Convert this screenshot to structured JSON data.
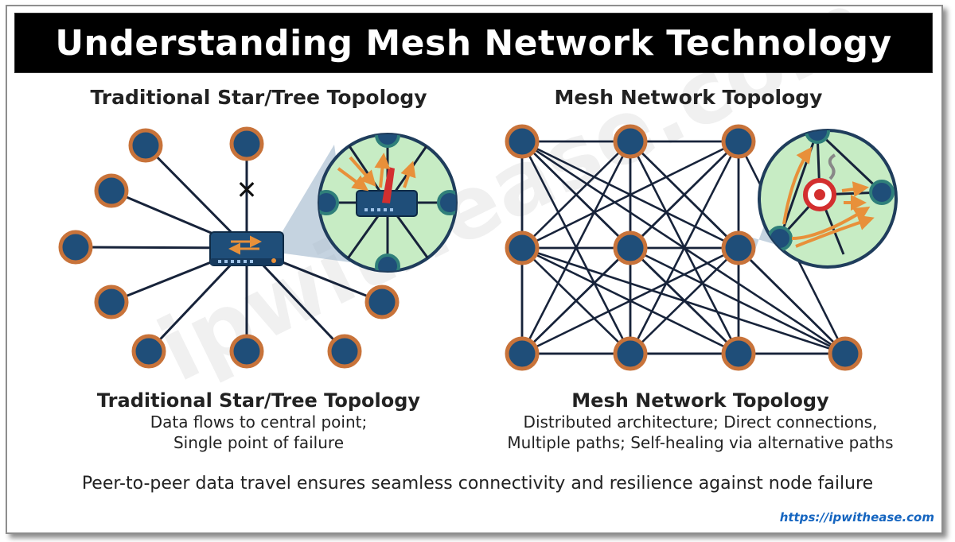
{
  "title": "Understanding Mesh Network Technology",
  "left": {
    "heading": "Traditional Star/Tree Topology",
    "caption_title": "Traditional Star/Tree Topology",
    "caption_lines": [
      "Data flows to central point;",
      "Single point of failure"
    ],
    "failed_link_marker": "✕"
  },
  "right": {
    "heading": "Mesh Network Topology",
    "caption_title": "Mesh Network Topology",
    "caption_lines": [
      "Distributed architecture; Direct connections,",
      "Multiple paths; Self-healing via alternative paths"
    ]
  },
  "footer_text": "Peer-to-peer data travel ensures seamless connectivity and resilience against node failure",
  "url": "https://ipwithease.com",
  "watermark": "ipwithease.com",
  "colors": {
    "banner": "#000000",
    "node_fill": "#1f4e79",
    "node_ring": "#c8733a",
    "line": "#17233a",
    "zoom_fill": "#c7ecc4",
    "arrow": "#e8903a",
    "failure": "#d32f2f"
  }
}
